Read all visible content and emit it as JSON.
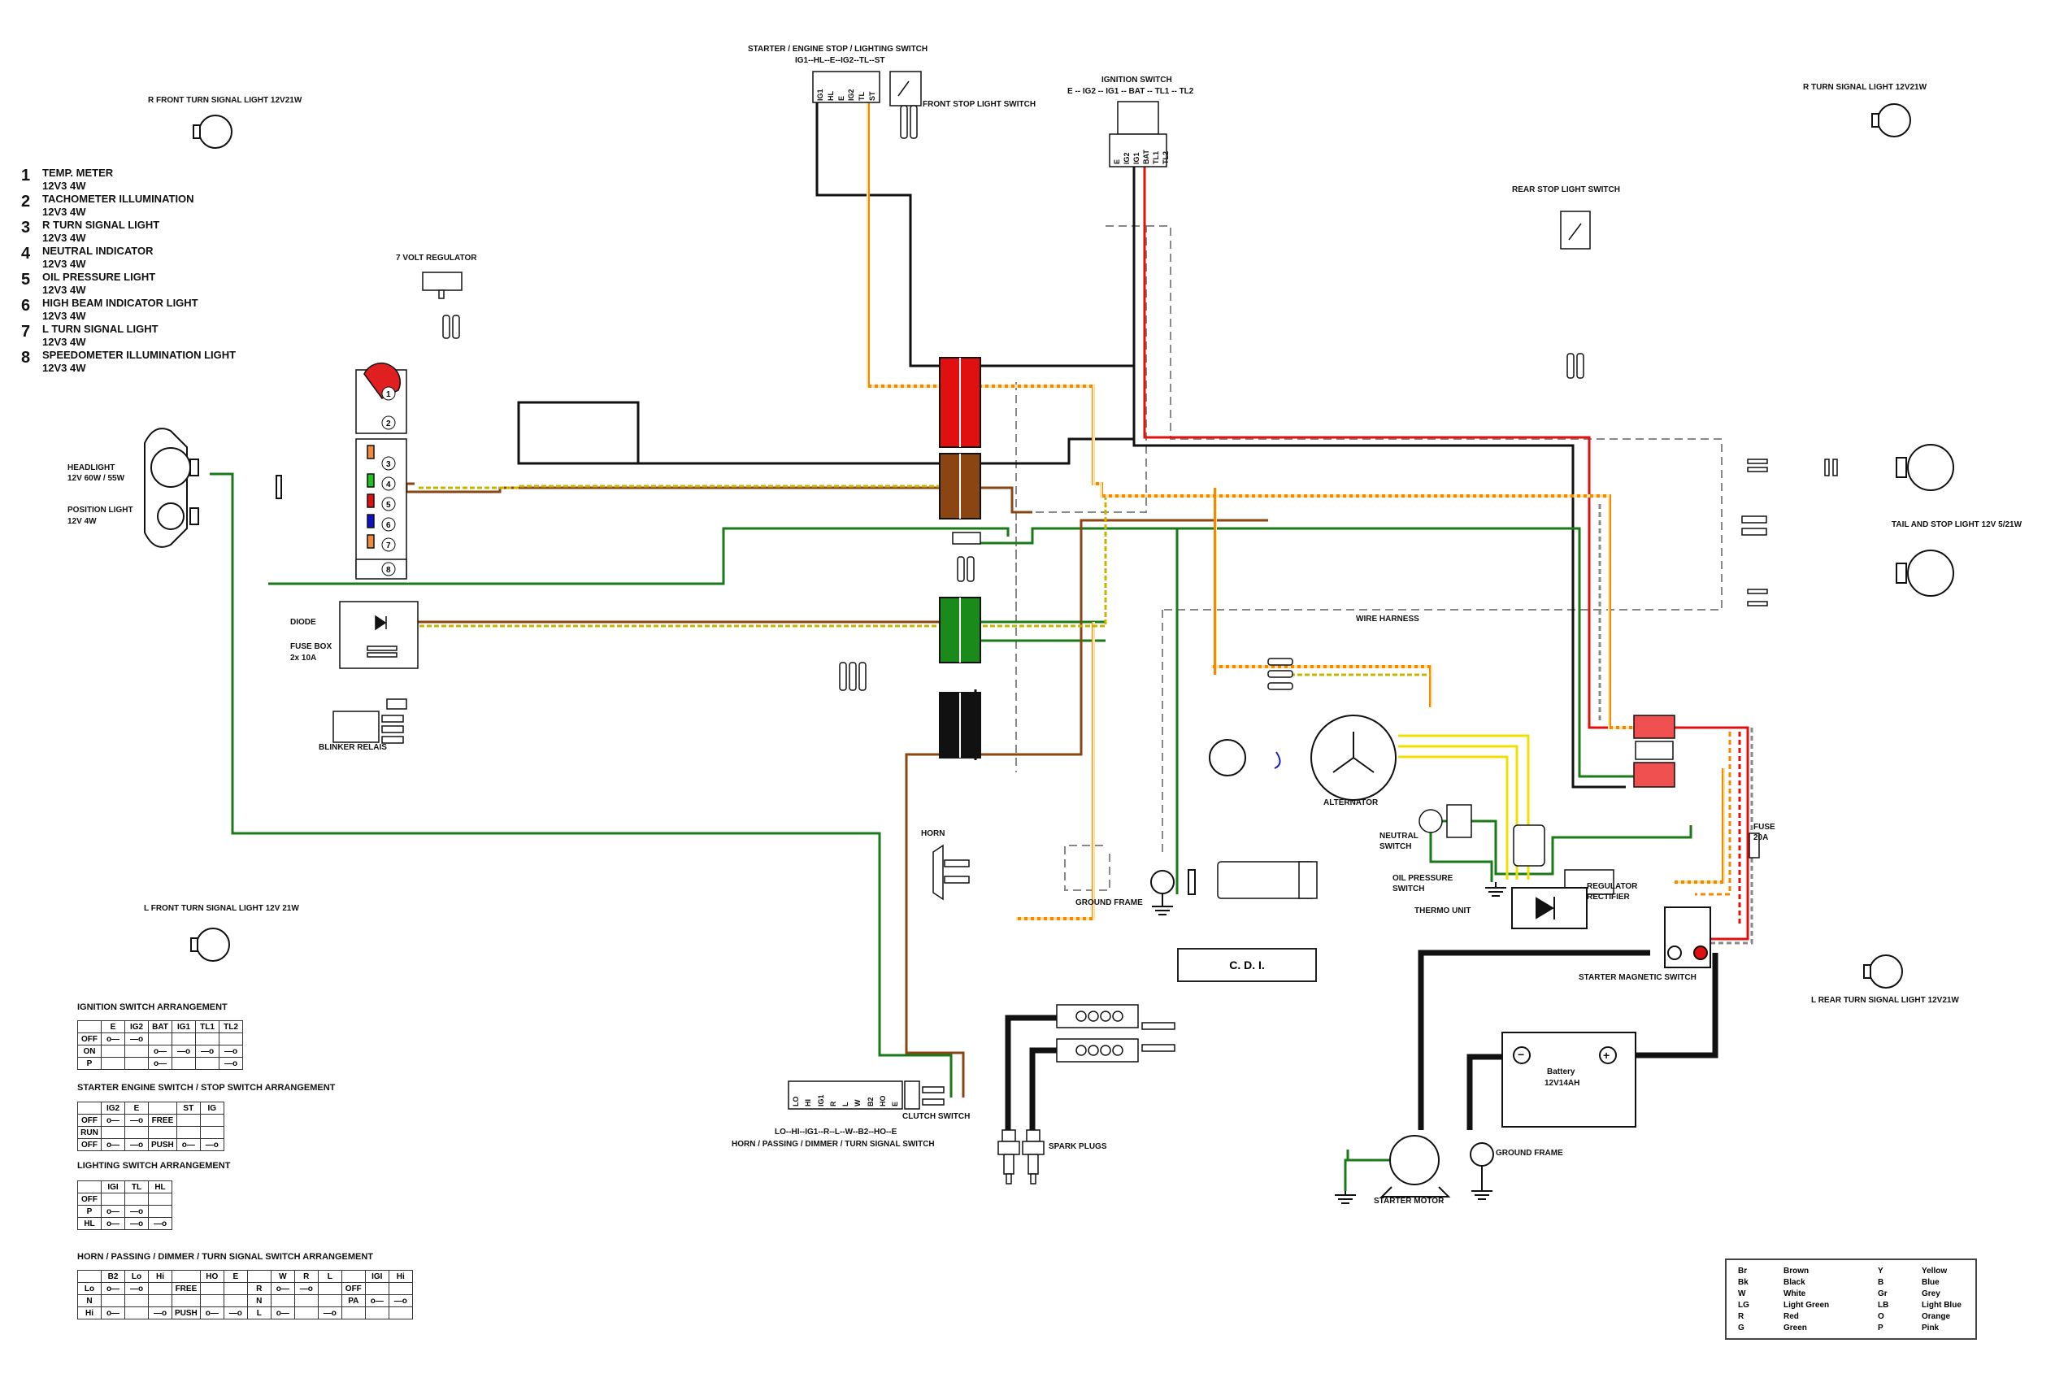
{
  "legend": [
    {
      "num": "1",
      "name": "TEMP. METER",
      "spec": "12V3  4W"
    },
    {
      "num": "2",
      "name": "TACHOMETER ILLUMINATION",
      "spec": "12V3  4W"
    },
    {
      "num": "3",
      "name": "R TURN SIGNAL LIGHT",
      "spec": "12V3  4W"
    },
    {
      "num": "4",
      "name": "NEUTRAL INDICATOR",
      "spec": "12V3  4W"
    },
    {
      "num": "5",
      "name": "OIL PRESSURE LIGHT",
      "spec": "12V3  4W"
    },
    {
      "num": "6",
      "name": "HIGH BEAM INDICATOR LIGHT",
      "spec": "12V3  4W"
    },
    {
      "num": "7",
      "name": "L TURN SIGNAL LIGHT",
      "spec": "12V3  4W"
    },
    {
      "num": "8",
      "name": "SPEEDOMETER ILLUMINATION LIGHT",
      "spec": "12V3  4W"
    }
  ],
  "labels": {
    "r_front_turn": "R FRONT TURN SIGNAL LIGHT 12V21W",
    "r_turn": "R TURN SIGNAL LIGHT 12V21W",
    "starter_switch_title": "STARTER  /  ENGINE STOP  /  LIGHTING SWITCH",
    "starter_switch_pins": "IG1--HL--E--IG2--TL--ST",
    "front_stop": "FRONT STOP LIGHT SWITCH",
    "ignition_title": "IGNITION SWITCH",
    "ignition_pins": "E -- IG2 -- IG1 -- BAT -- TL1 -- TL2",
    "rear_stop": "REAR STOP LIGHT SWITCH",
    "regulator7": "7 VOLT REGULATOR",
    "headlight": "HEADLIGHT",
    "headlight_spec": "12V 60W / 55W",
    "position": "POSITION LIGHT",
    "position_spec": "12V 4W",
    "diode": "DIODE",
    "fusebox": "FUSE BOX",
    "fusebox_spec": "2x 10A",
    "blinker": "BLINKER RELAIS",
    "tail": "TAIL AND STOP LIGHT 12V 5/21W",
    "wire_harness": "WIRE HARNESS",
    "alternator": "ALTERNATOR",
    "neutral_sw": "NEUTRAL",
    "neutral_sw2": "SWITCH",
    "oil_sw": "OIL PRESSURE",
    "oil_sw2": "SWITCH",
    "thermo": "THERMO UNIT",
    "reg_rect": "REGULATOR",
    "reg_rect2": "RECTIFIER",
    "fuse": "FUSE",
    "fuse_spec": "20A",
    "horn": "HORN",
    "ground_frame": "GROUND FRAME",
    "cdi": "C. D. I.",
    "starter_mag": "STARTER MAGNETIC SWITCH",
    "l_rear_turn": "L REAR TURN SIGNAL LIGHT 12V21W",
    "l_front_turn": "L FRONT TURN SIGNAL LIGHT 12V 21W",
    "clutch": "CLUTCH SWITCH",
    "horn_sw_pins": "LO--HI--IG1--R--L--W--B2--HO--E",
    "horn_sw_title": "HORN  /  PASSING  /  DIMMER  /  TURN SIGNAL SWITCH",
    "spark": "SPARK PLUGS",
    "battery": "Battery",
    "battery_spec": "12V14AH",
    "ground_frame2": "GROUND FRAME",
    "starter_motor": "STARTER MOTOR",
    "ign_arr": "IGNITION SWITCH ARRANGEMENT",
    "start_arr": "STARTER ENGINE SWITCH / STOP SWITCH  ARRANGEMENT",
    "light_arr": "LIGHTING SWITCH ARRANGEMENT",
    "horn_arr": "HORN  /  PASSING  /  DIMMER  /  TURN SIGNAL SWITCH ARRANGEMENT"
  },
  "starter_pins": [
    "IG1",
    "HL",
    "E",
    "IG2",
    "TL",
    "ST"
  ],
  "ignition_pins_list": [
    "E",
    "IG2",
    "IG1",
    "BAT",
    "TL1",
    "TL2"
  ],
  "horn_pins_list": [
    "LO",
    "HI",
    "IG1",
    "R",
    "L",
    "W",
    "B2",
    "HO",
    "E"
  ],
  "tables": {
    "ignition": {
      "head": [
        "",
        "E",
        "IG2",
        "BAT",
        "IG1",
        "TL1",
        "TL2"
      ],
      "rows": [
        "OFF",
        "ON",
        "P"
      ]
    },
    "starter": {
      "head": [
        "",
        "IG2",
        "E",
        "",
        "ST",
        "IG"
      ],
      "rows": [
        "OFF",
        "RUN",
        "OFF"
      ],
      "free": "FREE",
      "push": "PUSH"
    },
    "lighting": {
      "head": [
        "",
        "IGI",
        "TL",
        "HL"
      ],
      "rows": [
        "OFF",
        "P",
        "HL"
      ]
    },
    "horn": {
      "head": [
        "",
        "B2",
        "Lo",
        "Hi",
        "",
        "HO",
        "E",
        "",
        "W",
        "R",
        "L",
        "",
        "IGI",
        "Hi"
      ],
      "rows": [
        "Lo",
        "N",
        "Hi"
      ],
      "free": "FREE",
      "push": "PUSH",
      "right_rows": [
        "R",
        "N",
        "L"
      ],
      "right2": [
        "OFF",
        "PA",
        ""
      ]
    }
  },
  "color_key": [
    [
      "Br",
      "Brown",
      "Y",
      "Yellow"
    ],
    [
      "Bk",
      "Black",
      "B",
      "Blue"
    ],
    [
      "W",
      "White",
      "Gr",
      "Grey"
    ],
    [
      "LG",
      "Light Green",
      "LB",
      "Light Blue"
    ],
    [
      "R",
      "Red",
      "O",
      "Orange"
    ],
    [
      "G",
      "Green",
      "P",
      "Pink"
    ]
  ],
  "colors": {
    "black": "#111111",
    "red": "#e01010",
    "green": "#1a7a1a",
    "brown": "#8b4513",
    "orange": "#f08a00",
    "yellow": "#f0e000",
    "grey": "#999999",
    "blue": "#1010c8"
  }
}
